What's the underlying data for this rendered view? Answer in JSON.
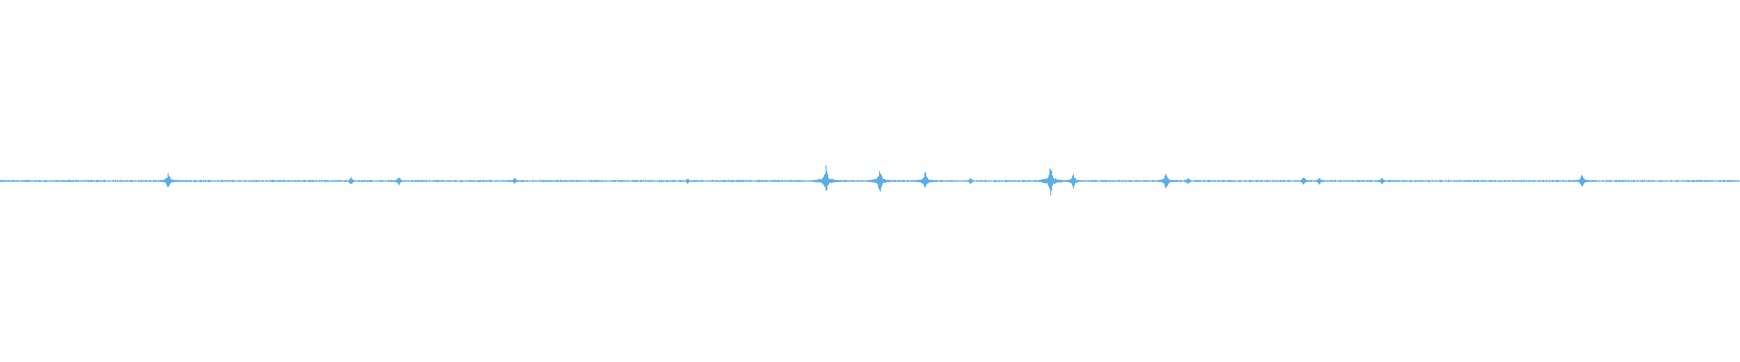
{
  "waveform": {
    "color": "#5aaee3",
    "background": "#ffffff",
    "amplitude_range": [
      -1,
      1
    ],
    "baseline": 0,
    "transients": [
      {
        "t": 0.0965,
        "peak": 0.11
      },
      {
        "t": 0.2015,
        "peak": 0.05
      },
      {
        "t": 0.229,
        "peak": 0.06
      },
      {
        "t": 0.2955,
        "peak": 0.045
      },
      {
        "t": 0.395,
        "peak": 0.035
      },
      {
        "t": 0.4745,
        "peak": 0.18
      },
      {
        "t": 0.5055,
        "peak": 0.16
      },
      {
        "t": 0.5315,
        "peak": 0.13
      },
      {
        "t": 0.5575,
        "peak": 0.04
      },
      {
        "t": 0.6035,
        "peak": 0.2
      },
      {
        "t": 0.6165,
        "peak": 0.1
      },
      {
        "t": 0.67,
        "peak": 0.12
      },
      {
        "t": 0.6825,
        "peak": 0.045
      },
      {
        "t": 0.749,
        "peak": 0.06
      },
      {
        "t": 0.758,
        "peak": 0.05
      },
      {
        "t": 0.794,
        "peak": 0.045
      },
      {
        "t": 0.909,
        "peak": 0.09
      }
    ]
  }
}
